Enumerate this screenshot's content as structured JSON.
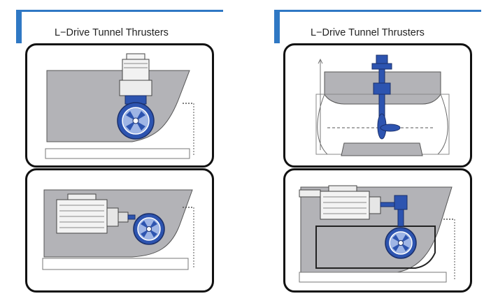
{
  "colors": {
    "accent_bar": "#2f78c4",
    "hull_fill": "#b3b3b7",
    "thruster_blue": "#2d54b0",
    "propeller_light": "#9fb5e5",
    "panel_border": "#111111",
    "engine_fill": "#f3f3f3"
  },
  "left_section": {
    "title": "L−Drive Tunnel Thrusters",
    "panels": [
      {
        "figure": "side view: vertical motor above blue tunnel thruster in hull"
      },
      {
        "figure": "side view: diesel engine driving blue tunnel thruster in hull"
      }
    ]
  },
  "right_section": {
    "title": "L−Drive Tunnel Thrusters",
    "panels": [
      {
        "figure": "cross-section: vertical drive shaft through hull to propeller"
      },
      {
        "figure": "side view: diesel engine with right-angle gear to tunnel thruster"
      }
    ]
  }
}
